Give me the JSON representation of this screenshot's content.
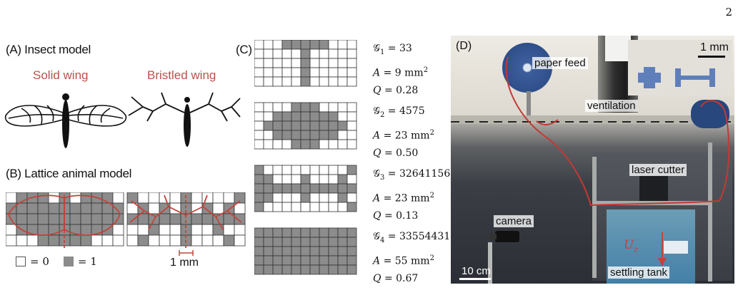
{
  "page_number": "2",
  "panel_a": {
    "label": "(A) Insect model",
    "solid_wing_label": "Solid wing",
    "bristled_wing_label": "Bristled wing"
  },
  "panel_b": {
    "label": "(B) Lattice animal model",
    "legend_zero": "= 0",
    "legend_one": "= 1",
    "scale_label": "1 mm",
    "colors": {
      "filled": "#8c8c8c",
      "outline": "#c2433a"
    }
  },
  "panel_c": {
    "label": "(C)",
    "shapes": [
      {
        "g_label": "𝒢",
        "g_sub": "1",
        "g_value": "= 33",
        "area_value": "= 9",
        "area_unit": "mm",
        "area_exp": "2",
        "q_value": "= 0.28"
      },
      {
        "g_label": "𝒢",
        "g_sub": "2",
        "g_value": "= 4575",
        "area_value": "= 23",
        "area_unit": "mm",
        "area_exp": "2",
        "q_value": "= 0.50"
      },
      {
        "g_label": "𝒢",
        "g_sub": "3",
        "g_value": "= 32641156",
        "area_value": "= 23",
        "area_unit": "mm",
        "area_exp": "2",
        "q_value": "= 0.13"
      },
      {
        "g_label": "𝒢",
        "g_sub": "4",
        "g_value": "= 33554431",
        "area_value": "= 55",
        "area_unit": "mm",
        "area_exp": "2",
        "q_value": "= 0.67"
      }
    ],
    "area_symbol": "A",
    "q_symbol": "Q"
  },
  "panel_d": {
    "label": "(D)",
    "scale_top": "1 mm",
    "paper_feed": "paper feed",
    "ventilation": "ventilation",
    "laser_cutter": "laser cutter",
    "camera": "camera",
    "scale_bottom": "10 cm",
    "settling_tank": "settling tank",
    "velocity_symbol": "U",
    "velocity_sub": "z"
  }
}
